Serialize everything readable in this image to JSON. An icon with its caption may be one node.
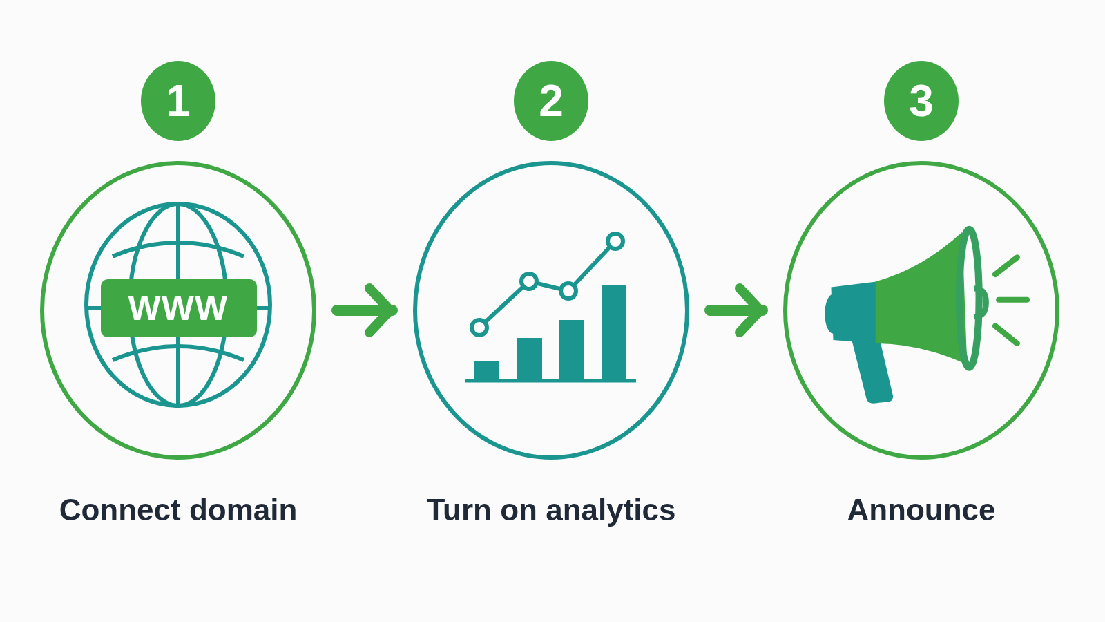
{
  "diagram": {
    "nodes": [
      {
        "text": [
          "1"
        ]
      },
      {
        "text": [
          "Connect domain"
        ]
      },
      {
        "text": [
          "2"
        ]
      },
      {
        "text": [
          "Turn on analytics"
        ]
      },
      {
        "text": [
          "3"
        ]
      },
      {
        "text": [
          "Announce"
        ]
      }
    ],
    "edges": [
      {
        "from": 1,
        "to": 3,
        "arrow": "to"
      },
      {
        "from": 3,
        "to": 5,
        "arrow": "to"
      }
    ],
    "labels": [
      "WWW"
    ]
  }
}
